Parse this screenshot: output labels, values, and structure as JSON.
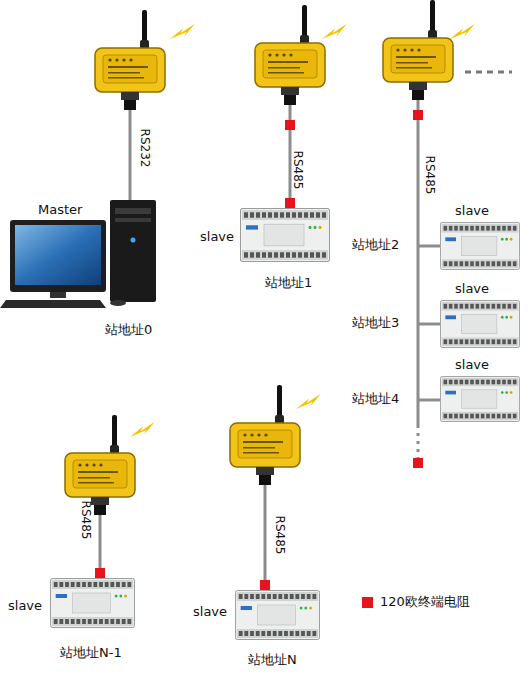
{
  "diagram": {
    "nodes": [
      {
        "text": [
          "Master",
          "站地址0"
        ]
      },
      {
        "text": [
          "slave",
          "站地址1"
        ]
      },
      {
        "text": [
          "slave",
          "站地址2"
        ]
      },
      {
        "text": [
          "slave",
          "站地址3"
        ]
      },
      {
        "text": [
          "slave",
          "站地址4"
        ]
      },
      {
        "text": [
          "slave",
          "站地址N-1"
        ]
      },
      {
        "text": [
          "slave",
          "站地址N"
        ]
      }
    ],
    "labels": [
      "RS232",
      "RS485",
      "RS485",
      "RS485",
      "RS485"
    ],
    "legend": [
      {
        "text": "120欧终端电阻",
        "color": "#e8141c"
      }
    ]
  }
}
